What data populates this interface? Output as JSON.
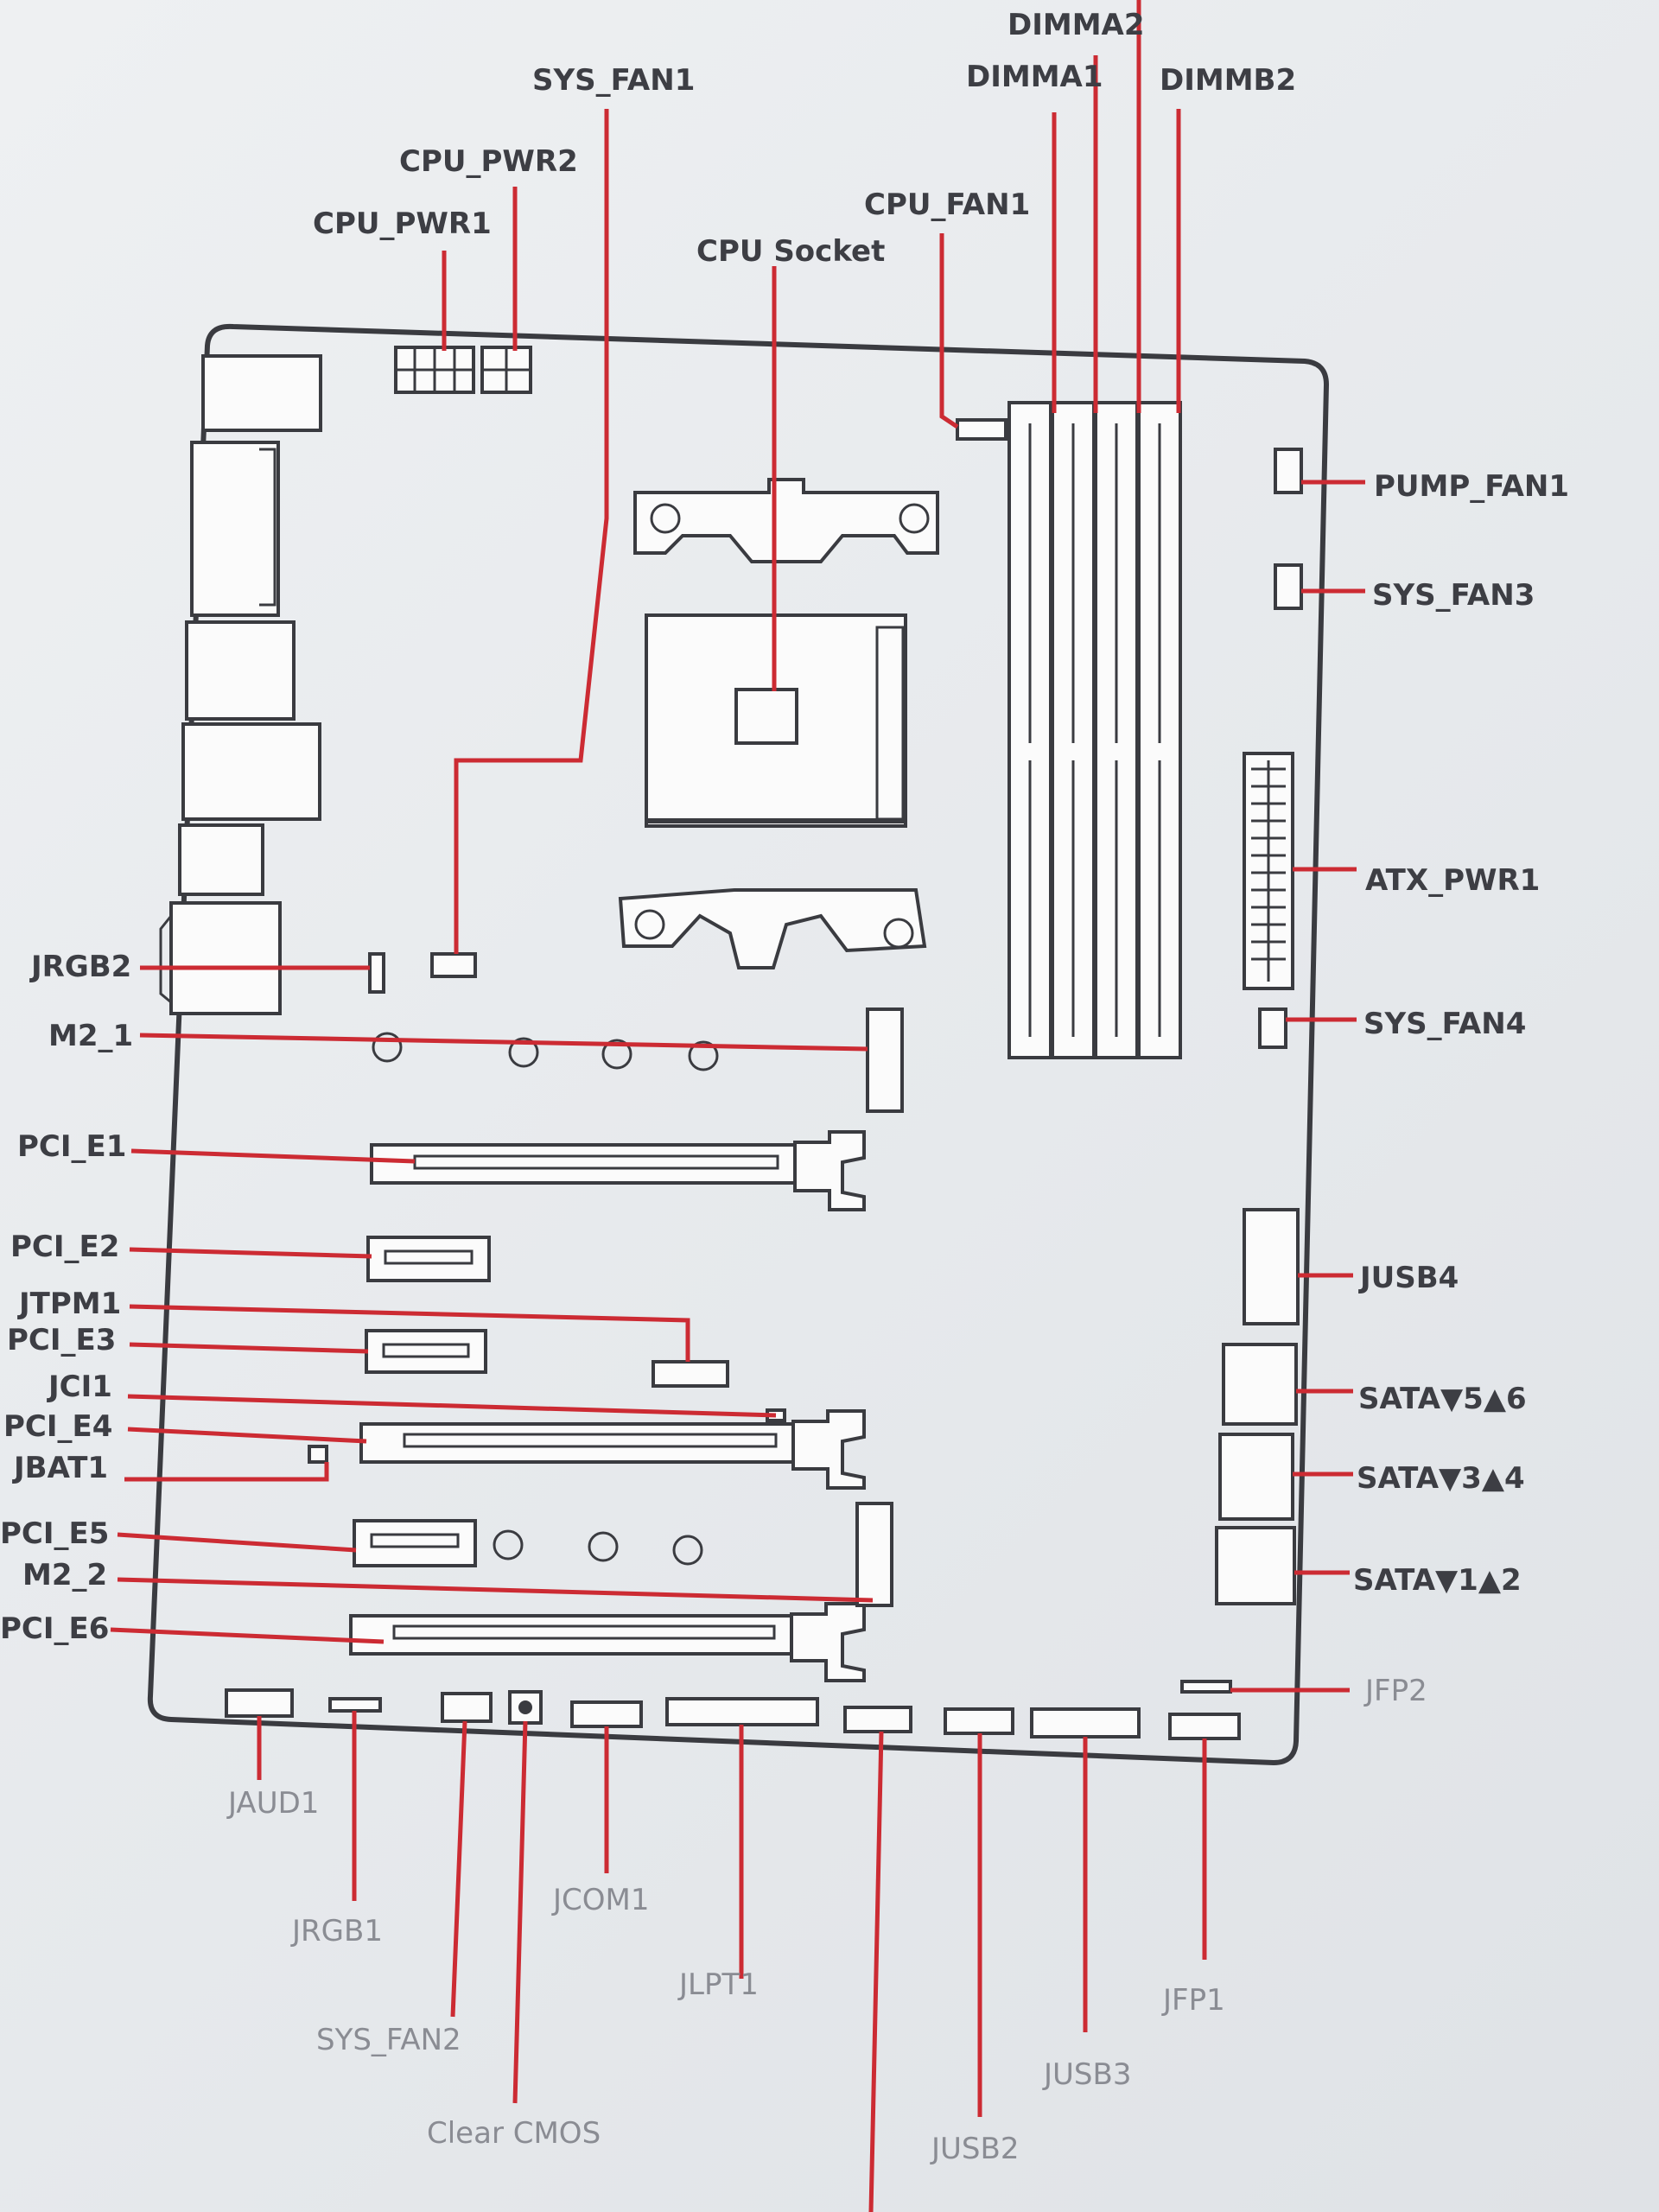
{
  "diagram": {
    "labels": {
      "cpu_pwr1": "CPU_PWR1",
      "cpu_pwr2": "CPU_PWR2",
      "sys_fan1": "SYS_FAN1",
      "cpu_socket": "CPU Socket",
      "cpu_fan1": "CPU_FAN1",
      "dimma1": "DIMMA1",
      "dimma2": "DIMMA2",
      "dimmb2": "DIMMB2",
      "pump_fan1": "PUMP_FAN1",
      "sys_fan3": "SYS_FAN3",
      "atx_pwr1": "ATX_PWR1",
      "sys_fan4": "SYS_FAN4",
      "jusb4": "JUSB4",
      "sata56": "SATA▼5▲6",
      "sata34": "SATA▼3▲4",
      "sata12": "SATA▼1▲2",
      "jfp2": "JFP2",
      "jrgb2": "JRGB2",
      "m2_1": "M2_1",
      "pci_e1": "PCI_E1",
      "pci_e2": "PCI_E2",
      "jtpm1": "JTPM1",
      "pci_e3": "PCI_E3",
      "jci1": "JCI1",
      "pci_e4": "PCI_E4",
      "jbat1": "JBAT1",
      "pci_e5": "PCI_E5",
      "m2_2": "M2_2",
      "pci_e6": "PCI_E6",
      "jaud1": "JAUD1",
      "jrgb1": "JRGB1",
      "sys_fan2": "SYS_FAN2",
      "clear_cmos": "Clear CMOS",
      "jcom1": "JCOM1",
      "jlpt1": "JLPT1",
      "jusb2": "JUSB2",
      "jusb3": "JUSB3",
      "jfp1": "JFP1"
    },
    "colors": {
      "leader": "#cc2b33",
      "outline": "#3a3b40",
      "label": "#3d3e44",
      "label_faded": "#8a8c93"
    }
  }
}
